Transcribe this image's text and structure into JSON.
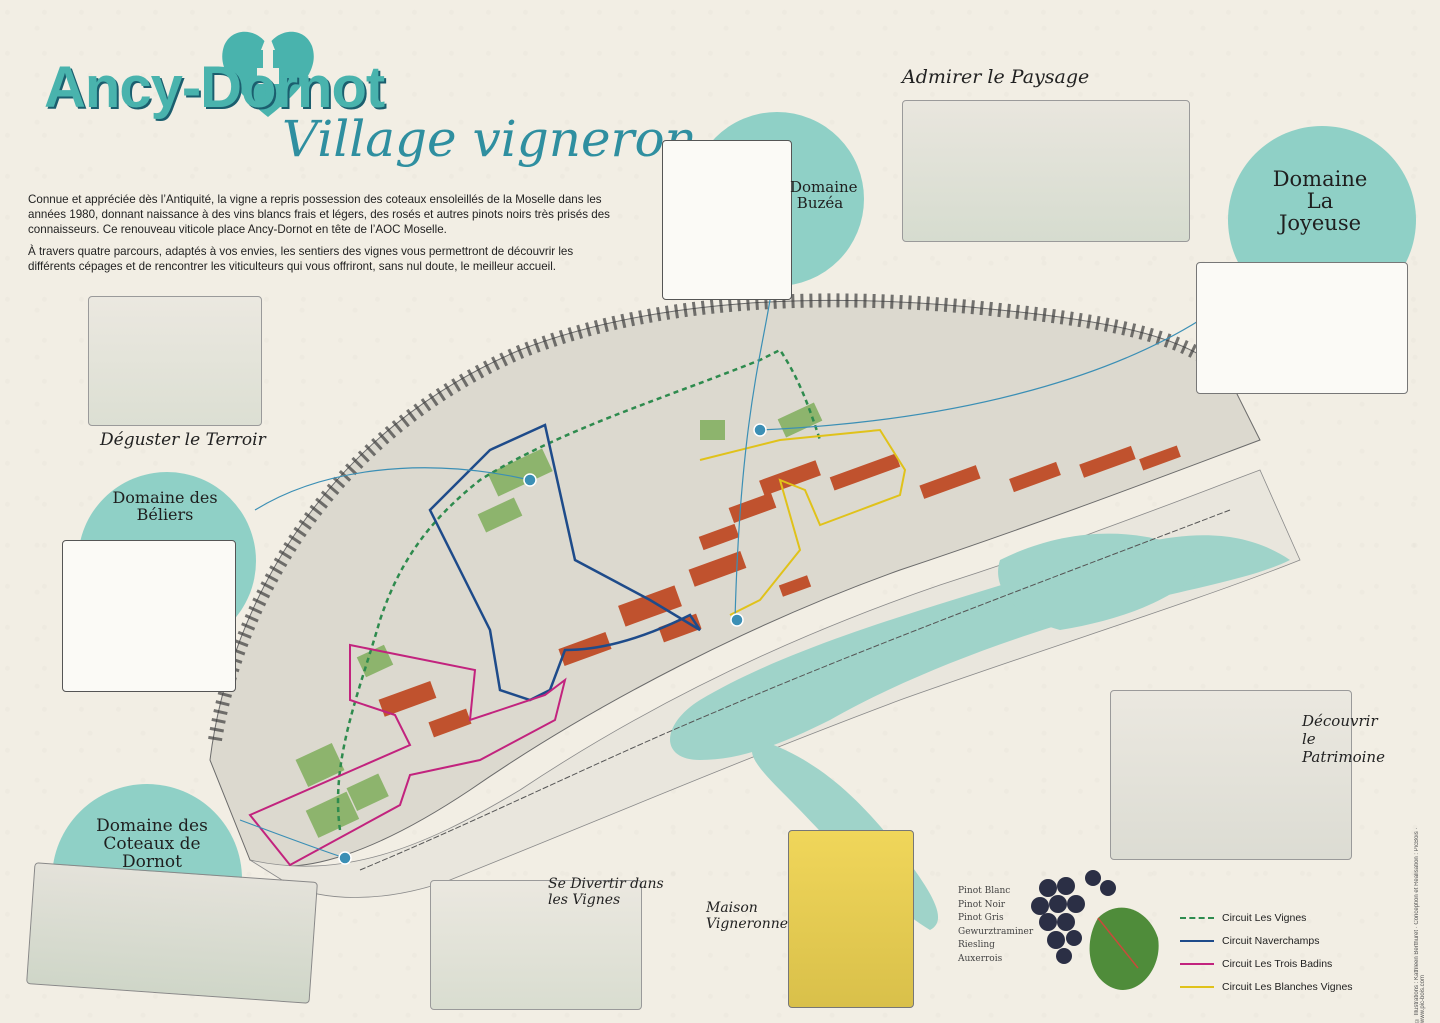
{
  "header": {
    "brand": "Ancy-Dornot",
    "subtitle": "Village vigneron"
  },
  "intro": {
    "paragraph1": "Connue et appréciée dès l’Antiquité, la vigne a repris possession des coteaux ensoleillés de la Moselle dans les années 1980, donnant naissance à des vins blancs frais et légers, des rosés et autres pinots noirs très prisés des connaisseurs. Ce renouveau viticole place Ancy-Dornot en tête de l’AOC Moselle.",
    "paragraph2": "À travers quatre parcours, adaptés à vos envies, les sentiers des vignes vous permettront de découvrir les différents cépages et de rencontrer les viticulteurs qui vous offriront, sans nul doute, le meilleur accueil."
  },
  "places": {
    "domaine_buzea": "Domaine Buzéa",
    "domaine_la_joyeuse": "Domaine La Joyeuse",
    "domaine_des_beliers": "Domaine des Béliers",
    "domaine_coteaux_dornot": "Domaine des Coteaux de Dornot"
  },
  "activities": {
    "admirer": "Admirer le Paysage",
    "deguster": "Déguster le Terroir",
    "decouvrir": "Découvrir le Patrimoine",
    "divertir": "Se Divertir dans les Vignes",
    "maison": "Maison Vigneronne"
  },
  "grape_varieties": [
    "Pinot Blanc",
    "Pinot Noir",
    "Pinot Gris",
    "Gewurztraminer",
    "Riesling",
    "Auxerrois"
  ],
  "legend": [
    {
      "label": "Circuit Les Vignes",
      "color": "#2e8b4e",
      "style": "dashed"
    },
    {
      "label": "Circuit Naverchamps",
      "color": "#1e4b8a",
      "style": "solid"
    },
    {
      "label": "Circuit Les Trois Badins",
      "color": "#c2237e",
      "style": "solid"
    },
    {
      "label": "Circuit Les Blanches Vignes",
      "color": "#e0c21a",
      "style": "solid"
    }
  ],
  "credit": "© Illustrations : Kathleen Berthuret · Conception et Réalisation : PicBois · www.pic-bois.com",
  "colors": {
    "teal_circle": "#8fd0c6",
    "river": "#9fd3c9",
    "roofs": "#c0522e",
    "brand": "#49b3ad"
  }
}
